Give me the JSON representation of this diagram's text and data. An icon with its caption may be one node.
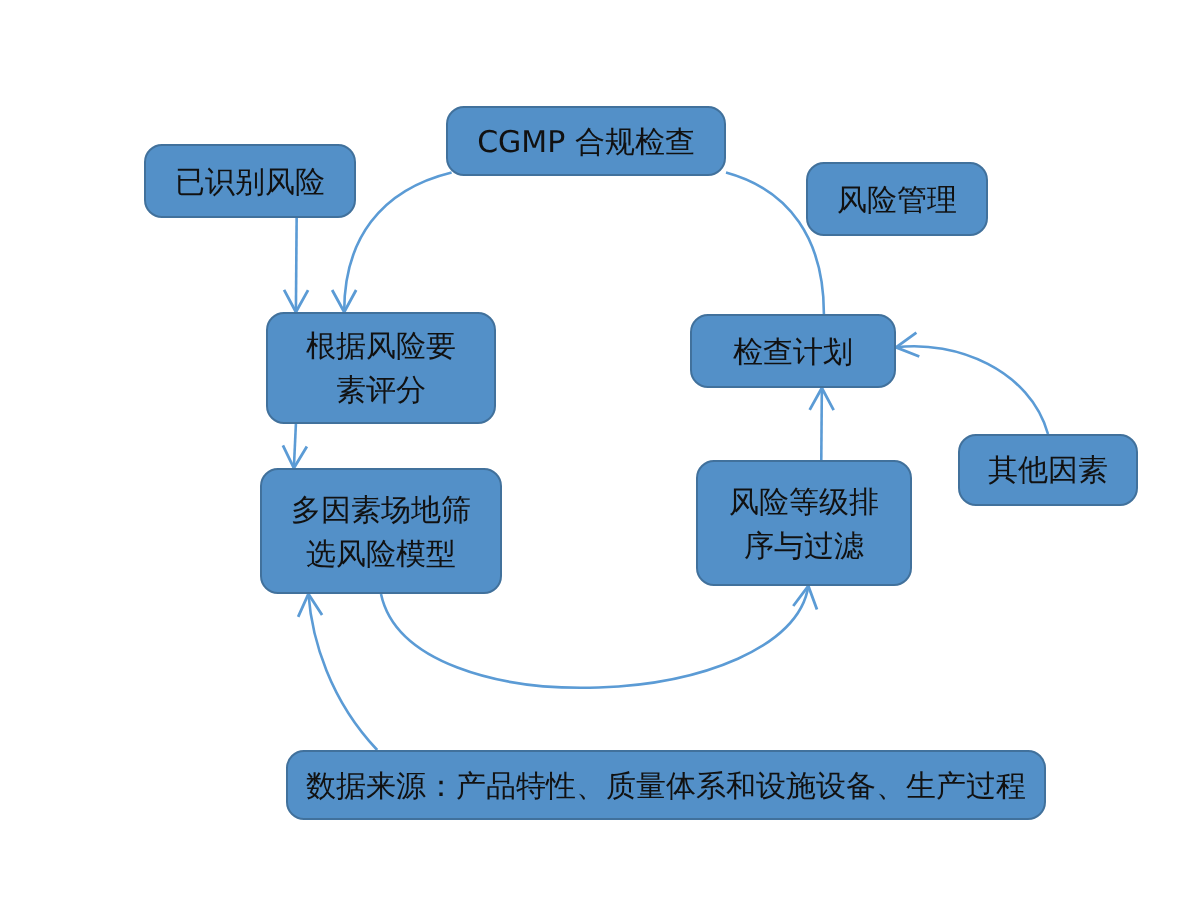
{
  "diagram": {
    "nodes": [
      {
        "text": [
          "CGMP 合规检查"
        ]
      },
      {
        "text": [
          "已识别风险"
        ]
      },
      {
        "text": [
          "风险管理"
        ]
      },
      {
        "text": [
          "根据风险要素评分"
        ]
      },
      {
        "text": [
          "检查计划"
        ]
      },
      {
        "text": [
          "多因素场地筛选风险模型"
        ]
      },
      {
        "text": [
          "风险等级排序与过滤"
        ]
      },
      {
        "text": [
          "其他因素"
        ]
      },
      {
        "text": [
          "数据来源：产品特性、质量体系和设施设备、生产过程"
        ]
      }
    ],
    "edges": [
      {
        "from": 0,
        "to": 3,
        "arrow": "to"
      },
      {
        "from": 4,
        "to": 0,
        "arrow": "none"
      },
      {
        "from": 1,
        "to": 3,
        "arrow": "to"
      },
      {
        "from": 3,
        "to": 5,
        "arrow": "to"
      },
      {
        "from": 5,
        "to": 6,
        "arrow": "to"
      },
      {
        "from": 6,
        "to": 4,
        "arrow": "to"
      },
      {
        "from": 7,
        "to": 4,
        "arrow": "to"
      },
      {
        "from": 8,
        "to": 5,
        "arrow": "to"
      }
    ]
  }
}
